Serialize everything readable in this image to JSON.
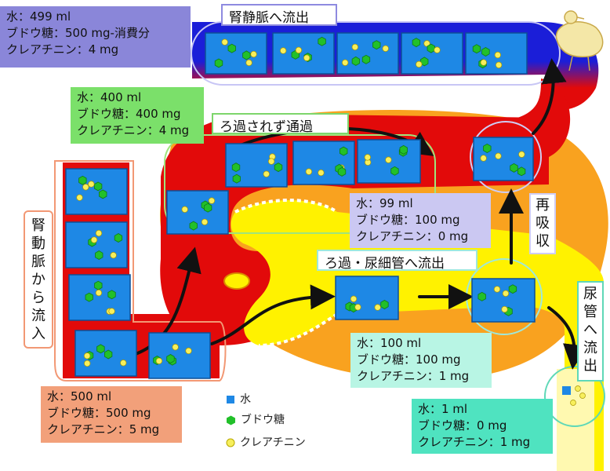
{
  "info_boxes": {
    "venous": {
      "water": "水：499 ml",
      "glucose": "ブドウ糖：500 mg-消費分",
      "creatinine": "クレアチニン：4 mg",
      "color": "#8a86d9"
    },
    "not_filtered": {
      "water": "水：400 ml",
      "glucose": "ブドウ糖：400 mg",
      "creatinine": "クレアチニン：4 mg",
      "color": "#7be06a"
    },
    "reabsorbed": {
      "water": "水：99 ml",
      "glucose": "ブドウ糖：100 mg",
      "creatinine": "クレアチニン：0 mg",
      "color": "#cbc8f2"
    },
    "filtrate": {
      "water": "水：100 ml",
      "glucose": "ブドウ糖：100 mg",
      "creatinine": "クレアチニン：1 mg",
      "color": "#b8f5e4"
    },
    "inflow": {
      "water": "水：500 ml",
      "glucose": "ブドウ糖：500 mg",
      "creatinine": "クレアチニン：5 mg",
      "color": "#f2a07a"
    },
    "urine": {
      "water": "水：1 ml",
      "glucose": "ブドウ糖：0 mg",
      "creatinine": "クレアチニン：1 mg",
      "color": "#4fe3c0"
    }
  },
  "labels": {
    "renal_vein_out": "腎静脈へ流出",
    "not_filtered_pass": "ろ過されず通過",
    "filtration_tubule_out": "ろ過・尿細管へ流出",
    "renal_artery_in": [
      "腎",
      "動",
      "脈",
      "か",
      "ら",
      "流",
      "入"
    ],
    "reabsorption": [
      "再",
      "吸",
      "収"
    ],
    "ureter_out": [
      "尿",
      "管",
      "へ",
      "流",
      "出"
    ]
  },
  "legend": {
    "water": "水",
    "glucose": "ブドウ糖",
    "creatinine": "クレアチニン"
  },
  "colors": {
    "water": "#1e88e5",
    "glucose": "#22c02a",
    "creatinine": "#f7ef5c",
    "blood": "#e20a0a",
    "vein": "#1b1ed8",
    "tissue": "#f9a21f",
    "tubule": "#fff200"
  }
}
